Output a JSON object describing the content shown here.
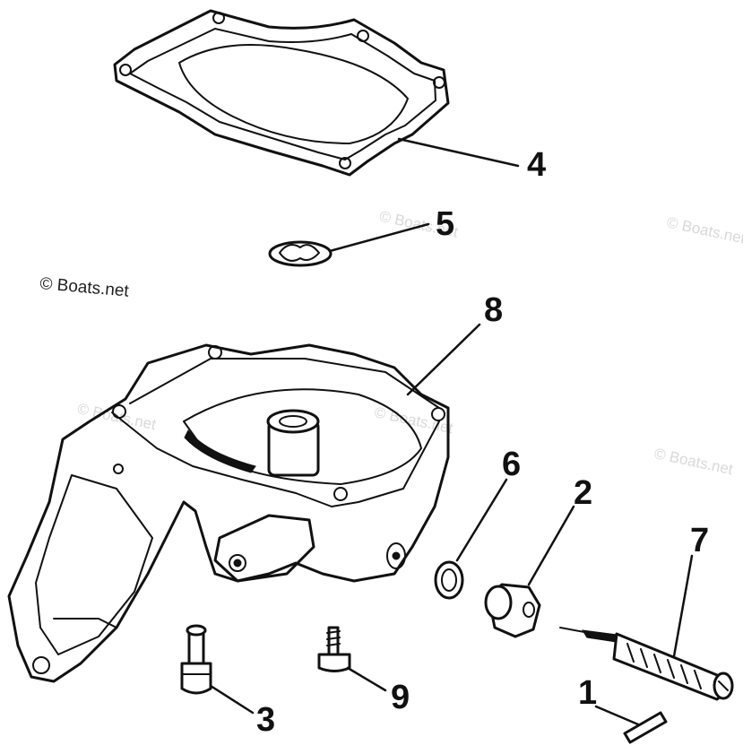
{
  "credit": "© Boats.net",
  "watermark": "© Boats.net",
  "colors": {
    "ink": "#111111",
    "watermark": "#d9d9d9",
    "background": "#ffffff"
  },
  "callouts": {
    "part_1": "1",
    "part_2": "2",
    "part_3": "3",
    "part_4": "4",
    "part_5": "5",
    "part_6": "6",
    "part_7": "7",
    "part_8": "8",
    "part_9": "9"
  }
}
